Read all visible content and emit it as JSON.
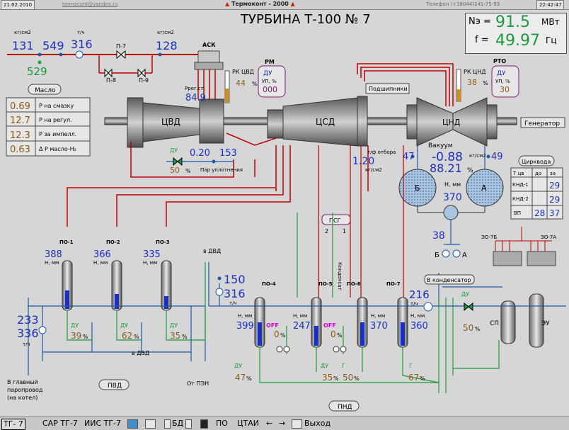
{
  "topbar": {
    "date": "21.02.2010",
    "email": "termocont@yandex.ru",
    "app_title": "Термоконт - 2000",
    "phone": "Телефон (+38044)241-75-93",
    "time": "22:42:47"
  },
  "title": "ТУРБИНА  Т-100 № 7",
  "power": {
    "ne_label": "Nэ =",
    "ne_value": "91.5",
    "ne_unit": "МВт",
    "f_label": "f =",
    "f_value": "49.97",
    "f_unit": "Гц"
  },
  "steam_line": {
    "unit_left": "кг/см2",
    "unit_mid": "т/ч",
    "unit_right": "кг/см2",
    "p_in": "131",
    "temp_in": "549",
    "flow_in": "316",
    "p_after": "128",
    "temp_bottom": "529",
    "valve_p7": "П-7",
    "valve_p8": "П-8",
    "valve_p9": "П-9",
    "ask": "АСК"
  },
  "oil": {
    "title": "Масло",
    "rows": [
      {
        "value": "0.69",
        "label": "Р на смазку"
      },
      {
        "value": "12.7",
        "label": "Р на регул."
      },
      {
        "value": "12.3",
        "label": "Р за импелл."
      },
      {
        "value": "0.63",
        "label": "Δ Р масло-Н₂"
      }
    ]
  },
  "regulators": {
    "rm_label": "РМ",
    "rk_cvd_label": "РК ЦВД",
    "rk_cvd_value": "44",
    "rk_cvd_pct": "%",
    "rm_du": "ДУ",
    "rm_up": "УП, %",
    "rm_value": "000",
    "rto_label": "РТО",
    "rk_cnd_label": "РК ЦНД",
    "rk_cnd_value": "38",
    "rk_cnd_pct": "%",
    "rto_du": "ДУ",
    "rto_up": "УП, %",
    "rto_value": "30"
  },
  "turbine": {
    "cvd": "ЦВД",
    "csd": "ЦСД",
    "cnd": "ЦНД",
    "generator": "Генератор",
    "bearings": "Подшипники",
    "preg_label": "Ррег.ст.",
    "preg_value": "84.9",
    "seal_p": "0.20",
    "seal_t": "153",
    "seal_label": "Пар уплотнения",
    "seal_du": "ДУ",
    "seal_pct": "50",
    "seal_pct_unit": "%",
    "tf_otbora": "т/ф отбора",
    "tf_value": "1.20",
    "tf_unit": "кг/см2"
  },
  "condenser": {
    "vacuum_label": "Вакуум",
    "vacuum_value": "-0.88",
    "vacuum_value2": "88.21",
    "vacuum_pct": "%",
    "temp_left": "47",
    "temp_right": "49",
    "unit": "кг/см2",
    "level_label": "Н, мм",
    "level_value": "370",
    "b_label": "Б",
    "a_label": "А",
    "pump_temp": "38",
    "pump_b": "Б",
    "pump_a": "А"
  },
  "circwater": {
    "title": "Цирквода",
    "headers": [
      "Т цв",
      "до",
      "за"
    ],
    "rows": [
      {
        "name": "КНД-1",
        "do": "",
        "za": "29"
      },
      {
        "name": "КНД-2",
        "do": "",
        "za": "29"
      },
      {
        "name": "ВП",
        "do": "28",
        "za": "37"
      }
    ]
  },
  "ejectors": {
    "eo7b": "ЭО-7Б",
    "eo7a": "ЭО-7А"
  },
  "pvd": {
    "po1": "ПО-1",
    "po2": "ПО-2",
    "po3": "ПО-3",
    "lvl1": "388",
    "lvl2": "366",
    "lvl3": "335",
    "level_unit": "Н, мм",
    "flow_t": "233",
    "flow_q": "336",
    "flow_unit": "т/ч",
    "du": "ДУ",
    "pct1": "39",
    "pct2": "62",
    "pct3": "35",
    "pct": "%",
    "to_dvd": "в ДВД",
    "main_steam": "В главный\nпаропровод\n(на котел)",
    "label": "ПВД",
    "from_pen": "От ПЭН"
  },
  "psg": {
    "label": "ПСГ",
    "n2": "2",
    "n1": "1",
    "condensate": "Конденсат"
  },
  "pnd": {
    "po4": "ПО-4",
    "po5": "ПО-5",
    "po6": "ПО-6",
    "po7": "ПО-7",
    "to_dvd": "в ДВД",
    "t150": "150",
    "f316": "316",
    "flow_unit": "т/ч",
    "level_unit": "Н, мм",
    "l4": "399",
    "l5": "247",
    "l6": "370",
    "l7": "360",
    "off": "OFF",
    "off2": "OFF",
    "v0a": "0",
    "v0b": "0",
    "pct": "%",
    "du": "ДУ",
    "g": "Г",
    "pct47": "47",
    "pct35": "35",
    "pct50": "50",
    "pct67": "67",
    "label": "ПНД",
    "to_condenser": "В конденсатор",
    "f216": "216",
    "f216u": "т/ч",
    "du2": "ДУ",
    "pct50b": "50",
    "sp": "СП",
    "eu": "ЭУ"
  },
  "toolbar": {
    "tg7": "ТГ- 7",
    "sar": "САР ТГ-7",
    "iis": "ИИС ТГ-7",
    "bd": "БД",
    "po": "ПО",
    "ctai": "ЦТАИ",
    "exit": "Выход"
  },
  "colors": {
    "bg": "#d6d6d6",
    "steam_red": "#c00000",
    "water_blue": "#1e5aa8",
    "green_num": "#1e9a3c",
    "value_blue": "#1a2fc4",
    "value_brown": "#8a5a1a",
    "purple": "#7a1a6a"
  }
}
